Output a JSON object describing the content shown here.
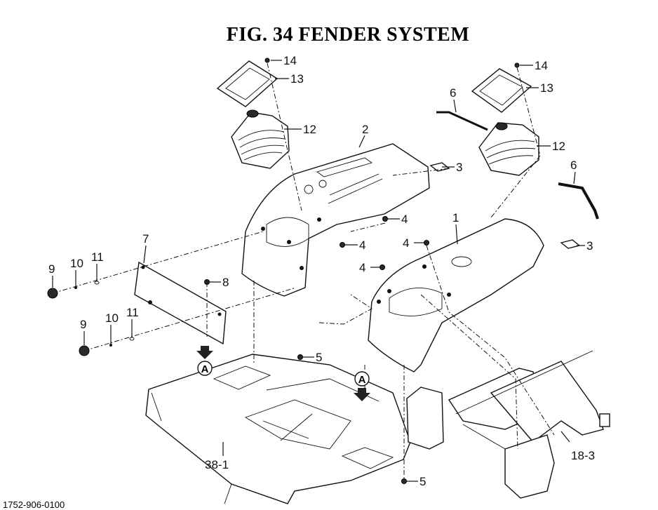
{
  "title": "FIG. 34  FENDER SYSTEM",
  "footer_code": "1752-906-0100",
  "callouts": {
    "c14a": "14",
    "c13a": "13",
    "c12a": "12",
    "c2": "2",
    "c6a": "6",
    "c3a": "3",
    "c4a": "4",
    "c4b": "4",
    "c7": "7",
    "c9a": "9",
    "c10a": "10",
    "c11a": "11",
    "c8": "8",
    "c9b": "9",
    "c10b": "10",
    "c11b": "11",
    "c5a": "5",
    "c14b": "14",
    "c13b": "13",
    "c12b": "12",
    "c6b": "6",
    "c1": "1",
    "c4c": "4",
    "c3b": "3",
    "c4d": "4",
    "c38": "38-1",
    "c18": "18-3",
    "c5b": "5",
    "markerA1": "A",
    "markerA2": "A"
  }
}
